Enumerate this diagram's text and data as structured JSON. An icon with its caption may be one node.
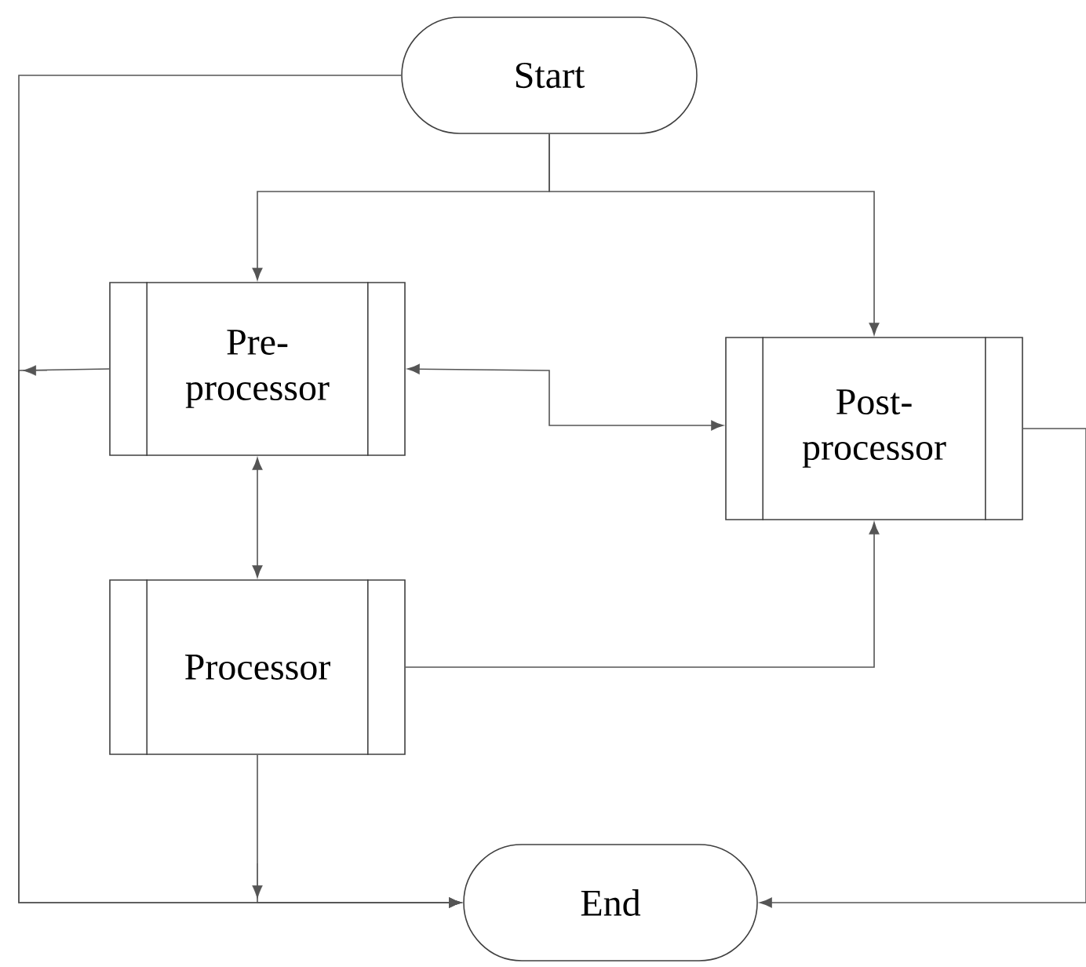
{
  "diagram": {
    "nodes": [
      {
        "text": [
          "Start"
        ]
      },
      {
        "text": [
          "Pre-processor"
        ]
      },
      {
        "text": [
          "Post-processor"
        ]
      },
      {
        "text": [
          "Processor"
        ]
      },
      {
        "text": [
          "End"
        ]
      }
    ],
    "edges": [
      {
        "from": 0,
        "to": 1,
        "arrow": "to"
      },
      {
        "from": 0,
        "to": 2,
        "arrow": "to"
      },
      {
        "from": 1,
        "to": 2,
        "arrow": "both"
      },
      {
        "from": 1,
        "to": 3,
        "arrow": "both"
      },
      {
        "from": 3,
        "to": 2,
        "arrow": "to"
      },
      {
        "from": 0,
        "to": 4,
        "arrow": "to"
      },
      {
        "from": 1,
        "to": 4,
        "arrow": "to"
      },
      {
        "from": 3,
        "to": 4,
        "arrow": "to"
      },
      {
        "from": 2,
        "to": 4,
        "arrow": "to"
      }
    ]
  }
}
